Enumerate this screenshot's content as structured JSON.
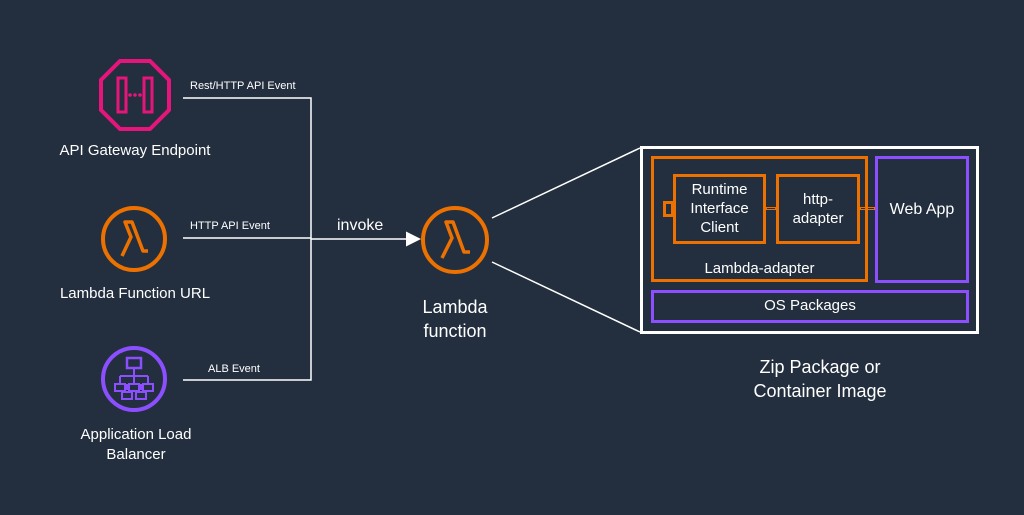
{
  "sources": [
    {
      "name": "API Gateway Endpoint",
      "event": "Rest/HTTP API Event",
      "icon": "api-gateway-icon",
      "color": "#e7157b"
    },
    {
      "name": "Lambda Function URL",
      "event": "HTTP API Event",
      "icon": "lambda-icon",
      "color": "#ed7100"
    },
    {
      "name": "Application Load Balancer",
      "event": "ALB Event",
      "icon": "load-balancer-icon",
      "color": "#8c4fff"
    }
  ],
  "invoke_label": "invoke",
  "lambda": {
    "label": "Lambda function",
    "icon": "lambda-icon",
    "color": "#ed7100"
  },
  "package": {
    "runtime_client": "Runtime Interface Client",
    "http_adapter": "http-adapter",
    "lambda_adapter": "Lambda-adapter",
    "web_app": "Web App",
    "os_packages": "OS Packages",
    "caption": "Zip Package or Container Image"
  },
  "colors": {
    "background": "#232f3e",
    "orange": "#ed7100",
    "purple": "#8c4fff",
    "pink": "#e7157b",
    "line": "#ffffff"
  }
}
